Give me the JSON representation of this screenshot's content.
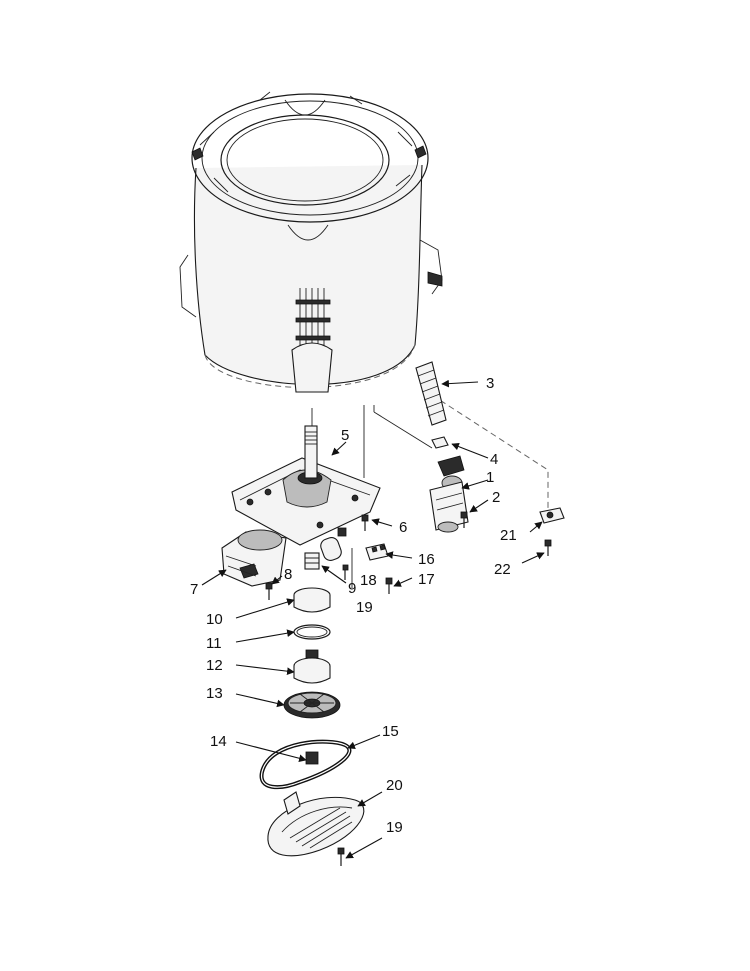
{
  "callouts": [
    {
      "id": "c1",
      "label": "1"
    },
    {
      "id": "c2",
      "label": "2"
    },
    {
      "id": "c3",
      "label": "3"
    },
    {
      "id": "c4",
      "label": "4"
    },
    {
      "id": "c5",
      "label": "5"
    },
    {
      "id": "c6",
      "label": "6"
    },
    {
      "id": "c7",
      "label": "7"
    },
    {
      "id": "c8",
      "label": "8"
    },
    {
      "id": "c9",
      "label": "9"
    },
    {
      "id": "c10",
      "label": "10"
    },
    {
      "id": "c11",
      "label": "11"
    },
    {
      "id": "c12",
      "label": "12"
    },
    {
      "id": "c13",
      "label": "13"
    },
    {
      "id": "c14",
      "label": "14"
    },
    {
      "id": "c15",
      "label": "15"
    },
    {
      "id": "c16",
      "label": "16"
    },
    {
      "id": "c17",
      "label": "17"
    },
    {
      "id": "c18",
      "label": "18"
    },
    {
      "id": "c19a",
      "label": "19"
    },
    {
      "id": "c19b",
      "label": "19"
    },
    {
      "id": "c20",
      "label": "20"
    },
    {
      "id": "c21",
      "label": "21"
    },
    {
      "id": "c22",
      "label": "22"
    }
  ]
}
